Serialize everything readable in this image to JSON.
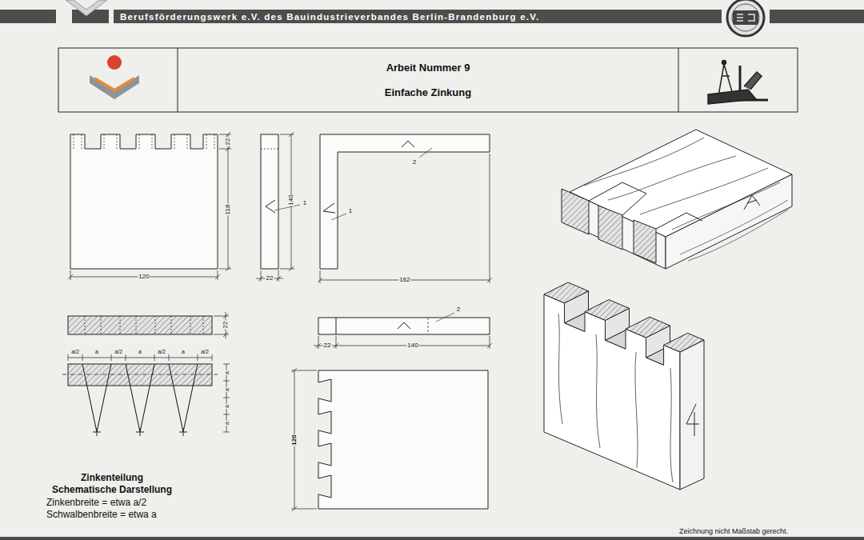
{
  "diagram": {
    "nodes": [
      {
        "text": [
          "Berufsförderungswerk e.V. des Bauindustrieverbandes Berlin-Brandenburg e.V."
        ]
      },
      {
        "text": [
          "Arbeit Nummer 9",
          "Einfache Zinkung"
        ]
      }
    ],
    "labels": [
      "22",
      "118",
      "120",
      "140",
      "1",
      "22",
      "2",
      "1",
      "162",
      "22",
      "2",
      "22",
      "140",
      "a/2",
      "a",
      "a/2",
      "a",
      "a/2",
      "a",
      "a/2",
      "a",
      "a",
      "a",
      "a",
      "120",
      "Zinkenteilung",
      "Schematische Darstellung",
      "Zinkenbreite = etwa a/2",
      "Schwalbenbreite = etwa a",
      "Zeichnung nicht Maßstab gerecht."
    ]
  }
}
